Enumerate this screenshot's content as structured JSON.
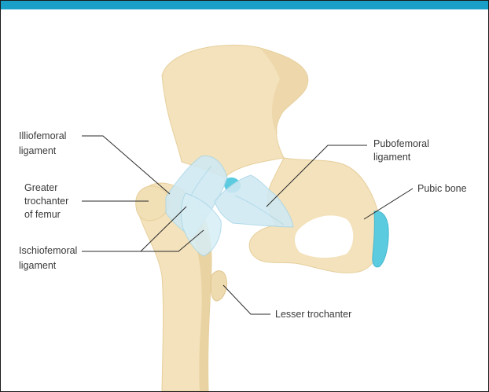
{
  "colors": {
    "header_bar": "#1aa0c8",
    "bone": "#f3e2bc",
    "bone_shadow": "#e6cf9c",
    "ligament": "#cfe9f3",
    "ligament_edge": "#a8d6e6",
    "cartilage": "#5bcbe0",
    "leader_line": "#2a2a2a"
  },
  "labels": {
    "iliofemoral": [
      "Illiofemoral",
      "ligament"
    ],
    "greater_trochanter": [
      "Greater",
      "trochanter",
      "of femur"
    ],
    "ischiofemoral": [
      "Ischiofemoral",
      "ligament"
    ],
    "pubofemoral": [
      "Pubofemoral",
      "ligament"
    ],
    "pubic_bone": [
      "Pubic bone"
    ],
    "lesser_trochanter": [
      "Lesser trochanter"
    ]
  }
}
